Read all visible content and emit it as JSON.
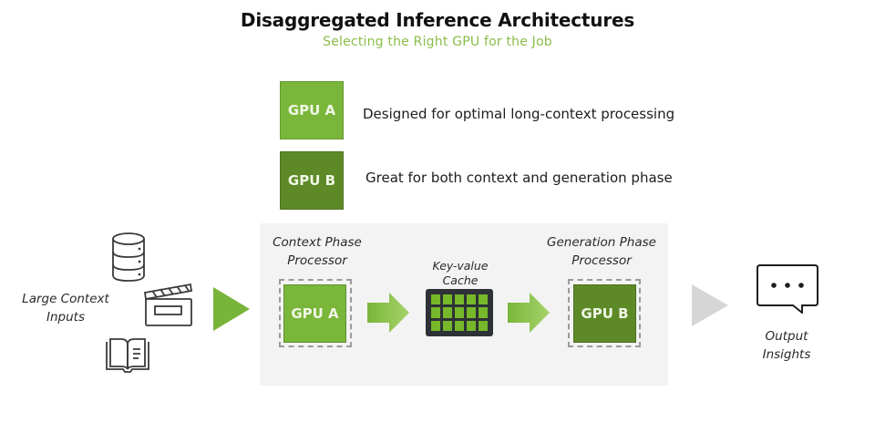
{
  "header": {
    "title": "Disaggregated Inference Architectures",
    "subtitle": "Selecting the Right GPU for the Job"
  },
  "colors": {
    "accent_green": "#8bbd4a",
    "gpu_a": "#7ab63a",
    "gpu_b": "#5d8a27",
    "kv_cache_frame": "#2e3236",
    "kv_cache_cell": "#76b82a",
    "panel_background": "#f3f3f3",
    "output_arrow": "#d6d6d6"
  },
  "legend": [
    {
      "label": "GPU A",
      "description": "Designed for optimal long-context processing"
    },
    {
      "label": "GPU B",
      "description": "Great for both context and generation phase"
    }
  ],
  "inputs": {
    "label": "Large Context Inputs",
    "label_line1": "Large Context",
    "label_line2": "Inputs",
    "icons": [
      "database-icon",
      "clapperboard-icon",
      "open-book-icon"
    ]
  },
  "pipeline": {
    "context_stage": {
      "label_line1": "Context Phase",
      "label_line2": "Processor",
      "gpu": "GPU A"
    },
    "cache_stage": {
      "label_line1": "Key-value",
      "label_line2": "Cache",
      "grid_rows": 3,
      "grid_cols": 5
    },
    "generation_stage": {
      "label_line1": "Generation Phase",
      "label_line2": "Processor",
      "gpu": "GPU B"
    }
  },
  "output": {
    "label_line1": "Output",
    "label_line2": "Insights",
    "icon": "chat-bubble-icon"
  }
}
